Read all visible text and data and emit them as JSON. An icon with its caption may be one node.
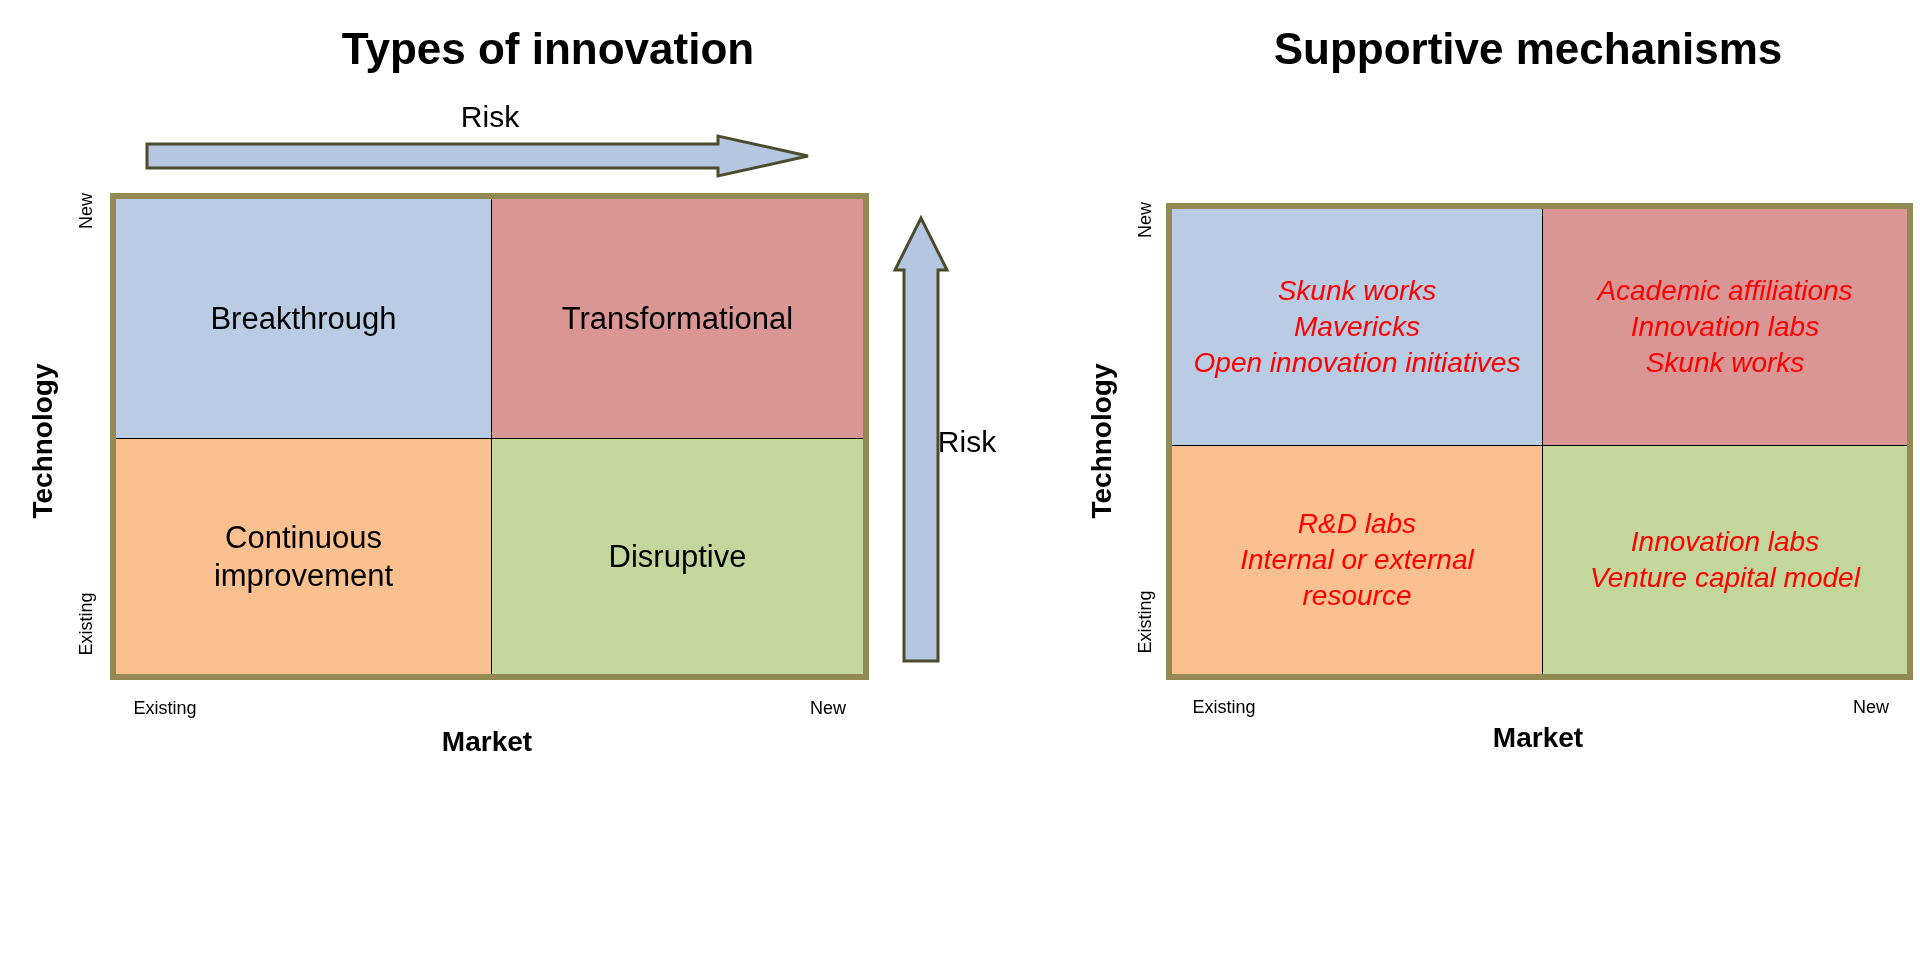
{
  "diagram": {
    "nodes": [
      {
        "text": [
          "Breakthrough"
        ]
      },
      {
        "text": [
          "Transformational"
        ]
      },
      {
        "text": [
          "Continuous improvement"
        ]
      },
      {
        "text": [
          "Disruptive"
        ]
      },
      {
        "text": [
          "Skunk works",
          "Mavericks",
          "Open innovation initiatives"
        ]
      },
      {
        "text": [
          "Academic affiliations",
          "Innovation labs",
          "Skunk works"
        ]
      },
      {
        "text": [
          "R&D labs",
          "Internal or external resource"
        ]
      },
      {
        "text": [
          "Innovation labs",
          "Venture capital model"
        ]
      }
    ],
    "labels": [
      "Types of innovation",
      "Supportive mechanisms",
      "Risk",
      "New",
      "Technology",
      "Risk",
      "Existing",
      "Existing",
      "New",
      "Market",
      "New",
      "Technology",
      "Existing",
      "Existing",
      "New",
      "Market"
    ]
  }
}
